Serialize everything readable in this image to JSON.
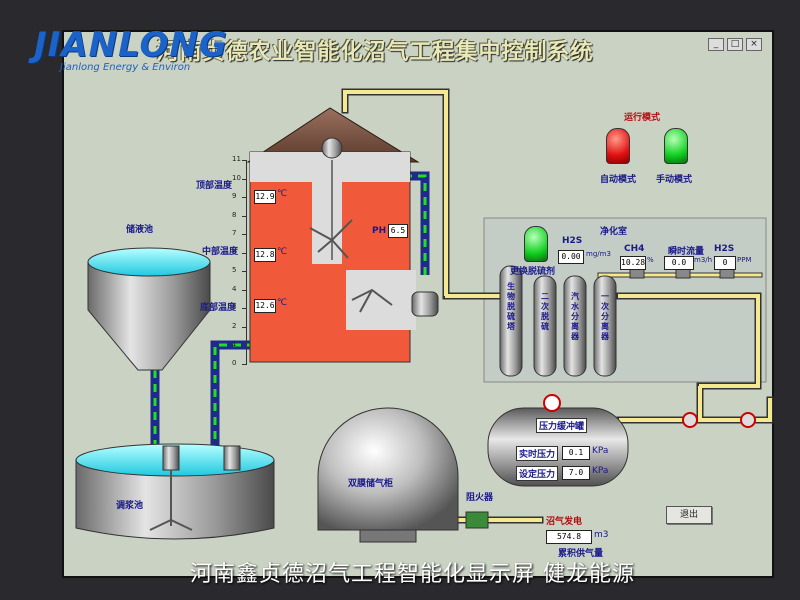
{
  "brand": {
    "logo_text": "JIANLONG",
    "logo_sub": "Jianlong Energy & Environ"
  },
  "window": {
    "title": "河南贞德农业智能化沼气工程集中控制系统"
  },
  "run_mode": {
    "title": "运行模式",
    "auto_label": "自动模式",
    "manual_label": "手动模式",
    "auto_color": "#e01010",
    "manual_color": "#10d020"
  },
  "digester": {
    "top_temp_label": "顶部温度",
    "top_temp": "12.9",
    "mid_temp_label": "中部温度",
    "mid_temp": "12.8",
    "bottom_temp_label": "底部温度",
    "bottom_temp": "12.6",
    "temp_unit": "℃",
    "ph_label": "PH",
    "ph_value": "6.5",
    "scale": [
      "11",
      "10",
      "9",
      "8",
      "7",
      "6",
      "5",
      "4",
      "3",
      "2",
      "1",
      "0"
    ],
    "level_color": "#f05a3a"
  },
  "storage": {
    "label": "储液池"
  },
  "mixing": {
    "label": "调浆池"
  },
  "purify": {
    "title": "净化室",
    "h2s_label": "H2S",
    "h2s_value": "0.00",
    "h2s_unit": "mg/m3",
    "replace_label": "更换脱硫剂",
    "ch4_label": "CH4",
    "ch4_value": "10.28",
    "ch4_unit": "%",
    "flow_label": "瞬时流量",
    "flow_value": "0.0",
    "flow_unit": "m3/h",
    "h2s2_label": "H2S",
    "h2s2_value": "0",
    "h2s2_unit": "PPM",
    "towers": [
      "生物脱硫塔",
      "二次脱硫",
      "汽水分离器",
      "一次分离器"
    ]
  },
  "buffer": {
    "title": "压力缓冲罐",
    "actual_label": "实时压力",
    "actual_value": "0.1",
    "set_label": "设定压力",
    "set_value": "7.0",
    "unit": "KPa"
  },
  "gasholder": {
    "label": "双膜储气柜"
  },
  "flame": {
    "label": "阻火器"
  },
  "gen": {
    "label": "沼气发电"
  },
  "total": {
    "value": "574.8",
    "unit": "m3",
    "label": "累积供气量"
  },
  "exit_button": "退出",
  "caption": "河南鑫贞德沼气工程智能化显示屏  健龙能源"
}
